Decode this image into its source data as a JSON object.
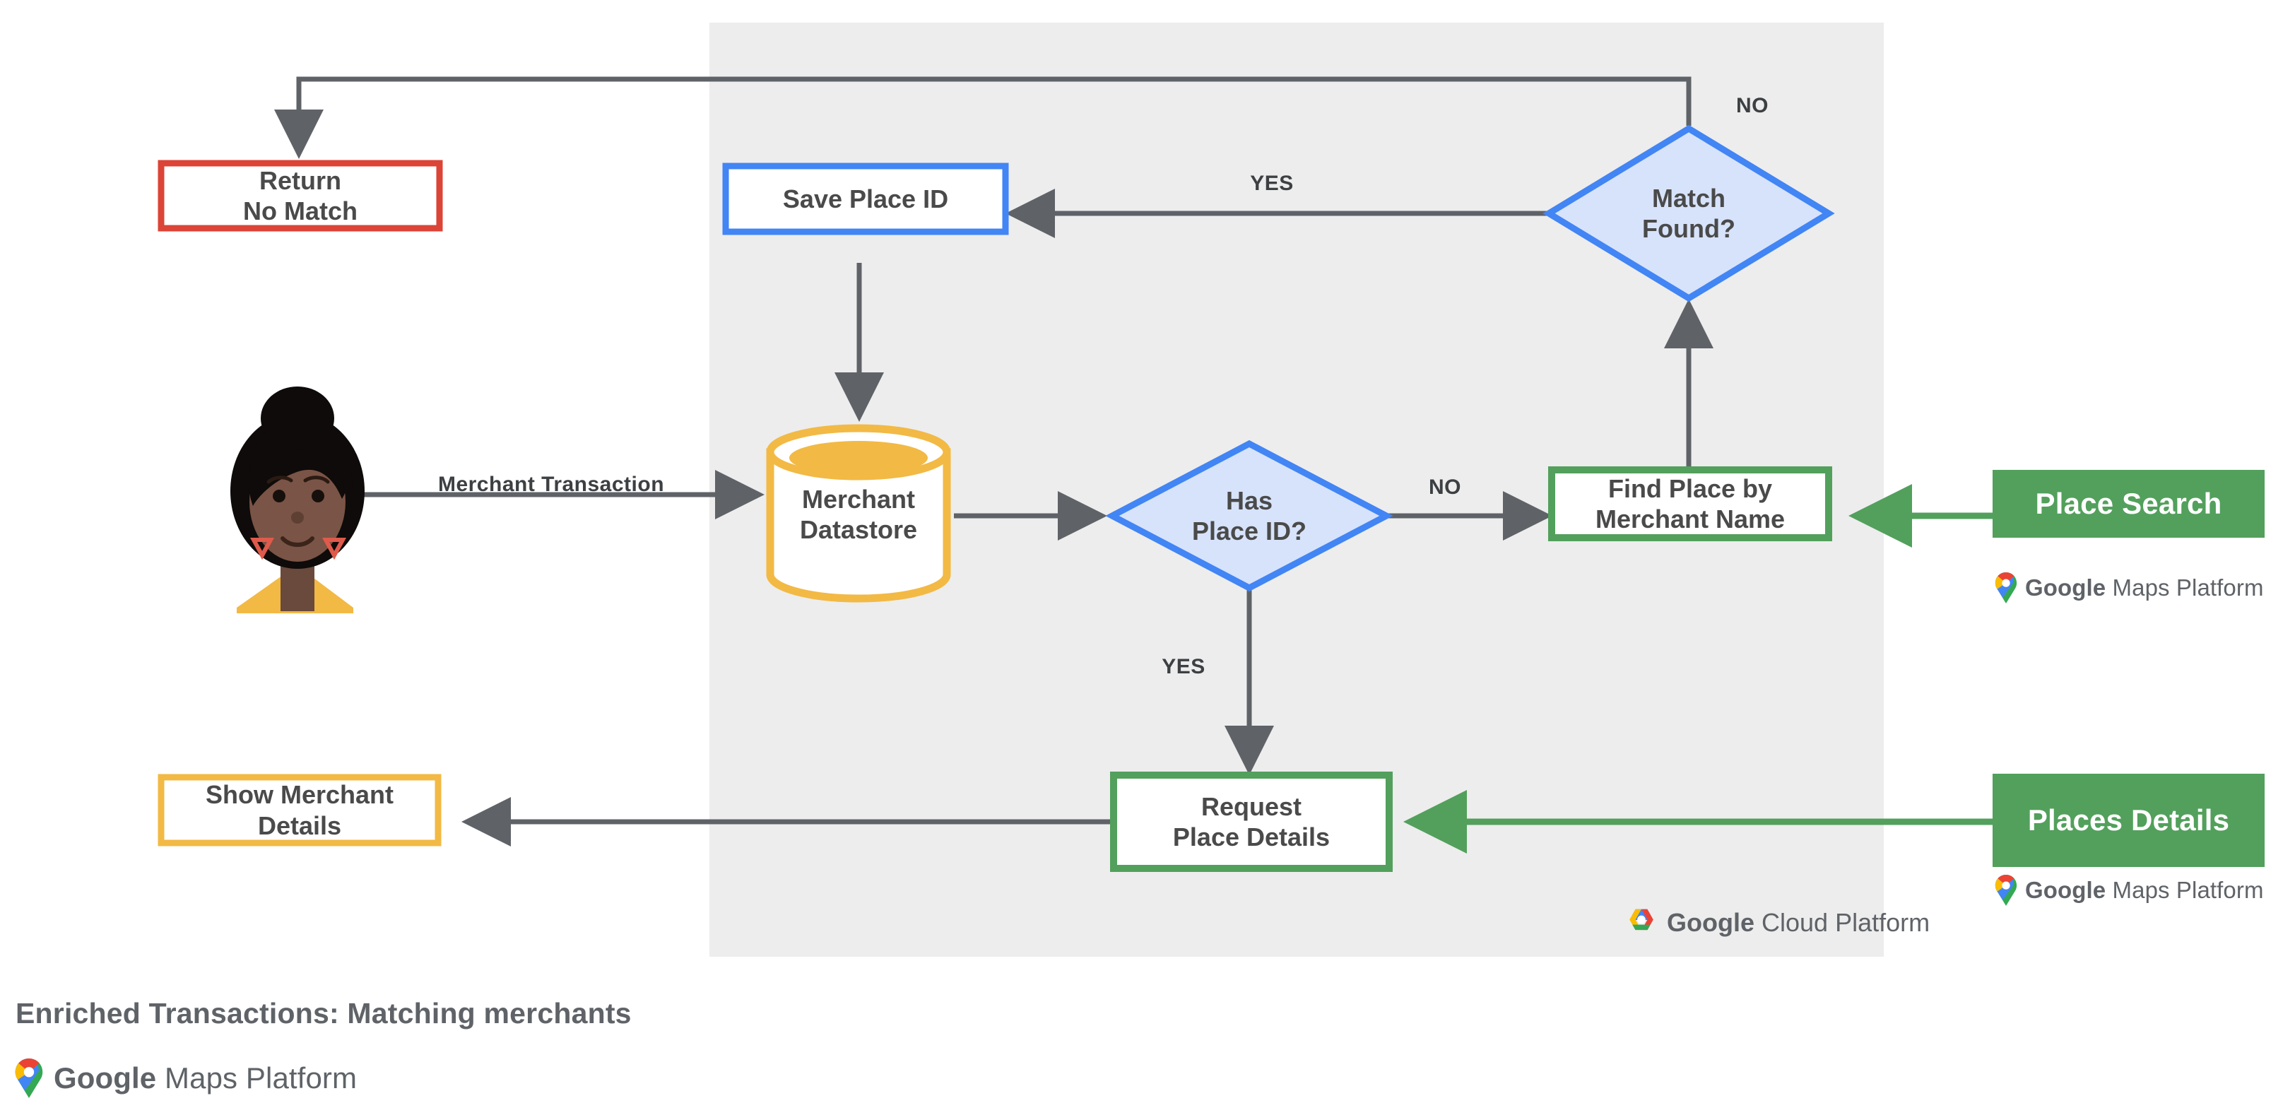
{
  "diagram": {
    "title": "Enriched Transactions: Matching merchants",
    "panel_label": "google-cloud-platform-zone",
    "colors": {
      "panel_bg": "#EDEDED",
      "page_bg": "#FFFFFF",
      "red": "#DB4437",
      "blue": "#4285F4",
      "blue_fill": "#D7E3FA",
      "yellow": "#F2B944",
      "green": "#52A05C",
      "green_button": "#52A05C",
      "line": "#5F6368",
      "text": "#4A4A4A"
    },
    "nodes": [
      {
        "id": "return-no-match",
        "label": "Return\nNo Match",
        "shape": "rect",
        "style": "red-outline"
      },
      {
        "id": "save-place-id",
        "label": "Save Place ID",
        "shape": "rect",
        "style": "blue-outline"
      },
      {
        "id": "match-found",
        "label": "Match\nFound?",
        "shape": "diamond",
        "style": "blue-fill"
      },
      {
        "id": "merchant-datastore",
        "label": "Merchant\nDatastore",
        "shape": "cylinder",
        "style": "yellow-outline"
      },
      {
        "id": "has-place-id",
        "label": "Has\nPlace ID?",
        "shape": "diamond",
        "style": "blue-fill"
      },
      {
        "id": "find-place",
        "label": "Find Place by\nMerchant Name",
        "shape": "rect",
        "style": "green-outline"
      },
      {
        "id": "request-details",
        "label": "Request\nPlace Details",
        "shape": "rect",
        "style": "green-outline"
      },
      {
        "id": "show-merchant",
        "label": "Show Merchant\nDetails",
        "shape": "rect",
        "style": "yellow-outline"
      },
      {
        "id": "customer-avatar",
        "label": "",
        "shape": "avatar",
        "style": "illustration"
      }
    ],
    "edges": [
      {
        "id": "avatar-to-datastore",
        "label": "Merchant Transaction",
        "color": "gray"
      },
      {
        "id": "datastore-to-hasplaceid",
        "label": "",
        "color": "gray"
      },
      {
        "id": "hasplaceid-no-to-findplace",
        "label": "NO",
        "color": "gray"
      },
      {
        "id": "hasplaceid-yes-to-request",
        "label": "YES",
        "color": "gray"
      },
      {
        "id": "findplace-to-matchfound",
        "label": "",
        "color": "gray"
      },
      {
        "id": "matchfound-yes-to-save",
        "label": "YES",
        "color": "gray"
      },
      {
        "id": "matchfound-no-to-return",
        "label": "NO",
        "color": "gray"
      },
      {
        "id": "save-to-datastore",
        "label": "",
        "color": "gray"
      },
      {
        "id": "placesearch-to-findplace",
        "label": "",
        "color": "green"
      },
      {
        "id": "placesdetails-to-request",
        "label": "",
        "color": "green"
      },
      {
        "id": "request-to-showmerchant",
        "label": "",
        "color": "gray"
      }
    ],
    "api_buttons": [
      {
        "id": "place-search",
        "label": "Place Search",
        "attribution": "Google Maps Platform"
      },
      {
        "id": "places-details",
        "label": "Places Details",
        "attribution": "Google Maps Platform"
      }
    ],
    "attribution": {
      "maps_platform_brand": "Google",
      "maps_platform_rest": " Maps Platform",
      "cloud_platform_brand": "Google",
      "cloud_platform_rest": " Cloud Platform"
    },
    "edge_labels": {
      "merchant_transaction": "Merchant Transaction",
      "has_place_id_no": "NO",
      "has_place_id_yes": "YES",
      "match_found_yes": "YES",
      "match_found_no": "NO"
    },
    "node_labels": {
      "return_no_match": "Return\nNo Match",
      "save_place_id": "Save Place ID",
      "match_found": "Match\nFound?",
      "merchant_datastore": "Merchant\nDatastore",
      "has_place_id": "Has\nPlace ID?",
      "find_place": "Find Place by\nMerchant Name",
      "request_place_details": "Request\nPlace Details",
      "show_merchant_details": "Show Merchant\nDetails"
    }
  }
}
